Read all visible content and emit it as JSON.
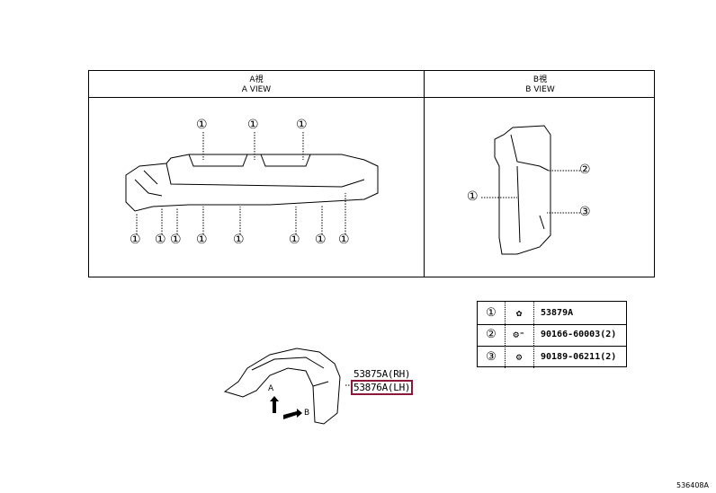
{
  "views": {
    "a": {
      "title_jp": "A視",
      "title_en": "A VIEW",
      "callouts_top": [
        "①",
        "①",
        "①"
      ],
      "callouts_bottom": [
        "①",
        "①",
        "①",
        "①",
        "①",
        "①",
        "①",
        "①"
      ]
    },
    "b": {
      "title_jp": "B視",
      "title_en": "B VIEW",
      "callouts": [
        "②",
        "①",
        "③"
      ]
    }
  },
  "parts_table": [
    {
      "ref": "①",
      "icon": "clip-icon",
      "part_no": "53879A"
    },
    {
      "ref": "②",
      "icon": "screw-icon",
      "part_no": "90166-60003(2)"
    },
    {
      "ref": "③",
      "icon": "nut-icon",
      "part_no": "90189-06211(2)"
    }
  ],
  "main_part": {
    "rh": "53875A(RH)",
    "lh": "53876A(LH)",
    "arrow_a": "A",
    "arrow_b": "B",
    "highlight_color": "#8b1a3a"
  },
  "footer": {
    "diagram_id": "536408A"
  }
}
